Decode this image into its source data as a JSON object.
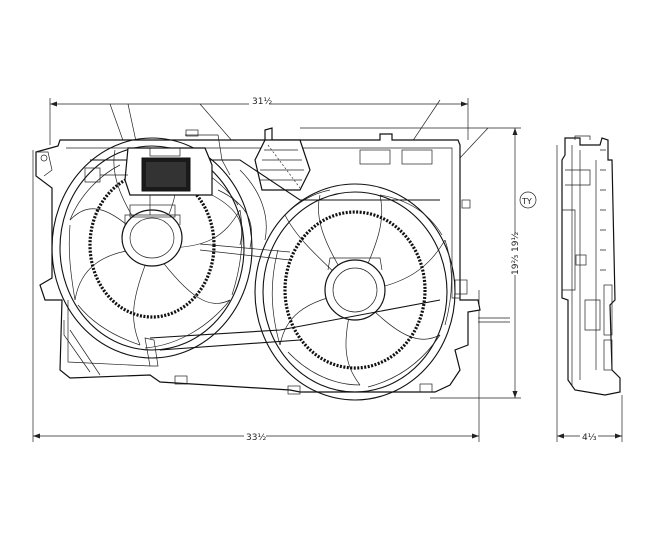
{
  "dimensions": {
    "top_width": "31½",
    "bottom_width": "33½",
    "height": "19⅔ 19½",
    "depth": "4⅓"
  },
  "stamp": "TY"
}
